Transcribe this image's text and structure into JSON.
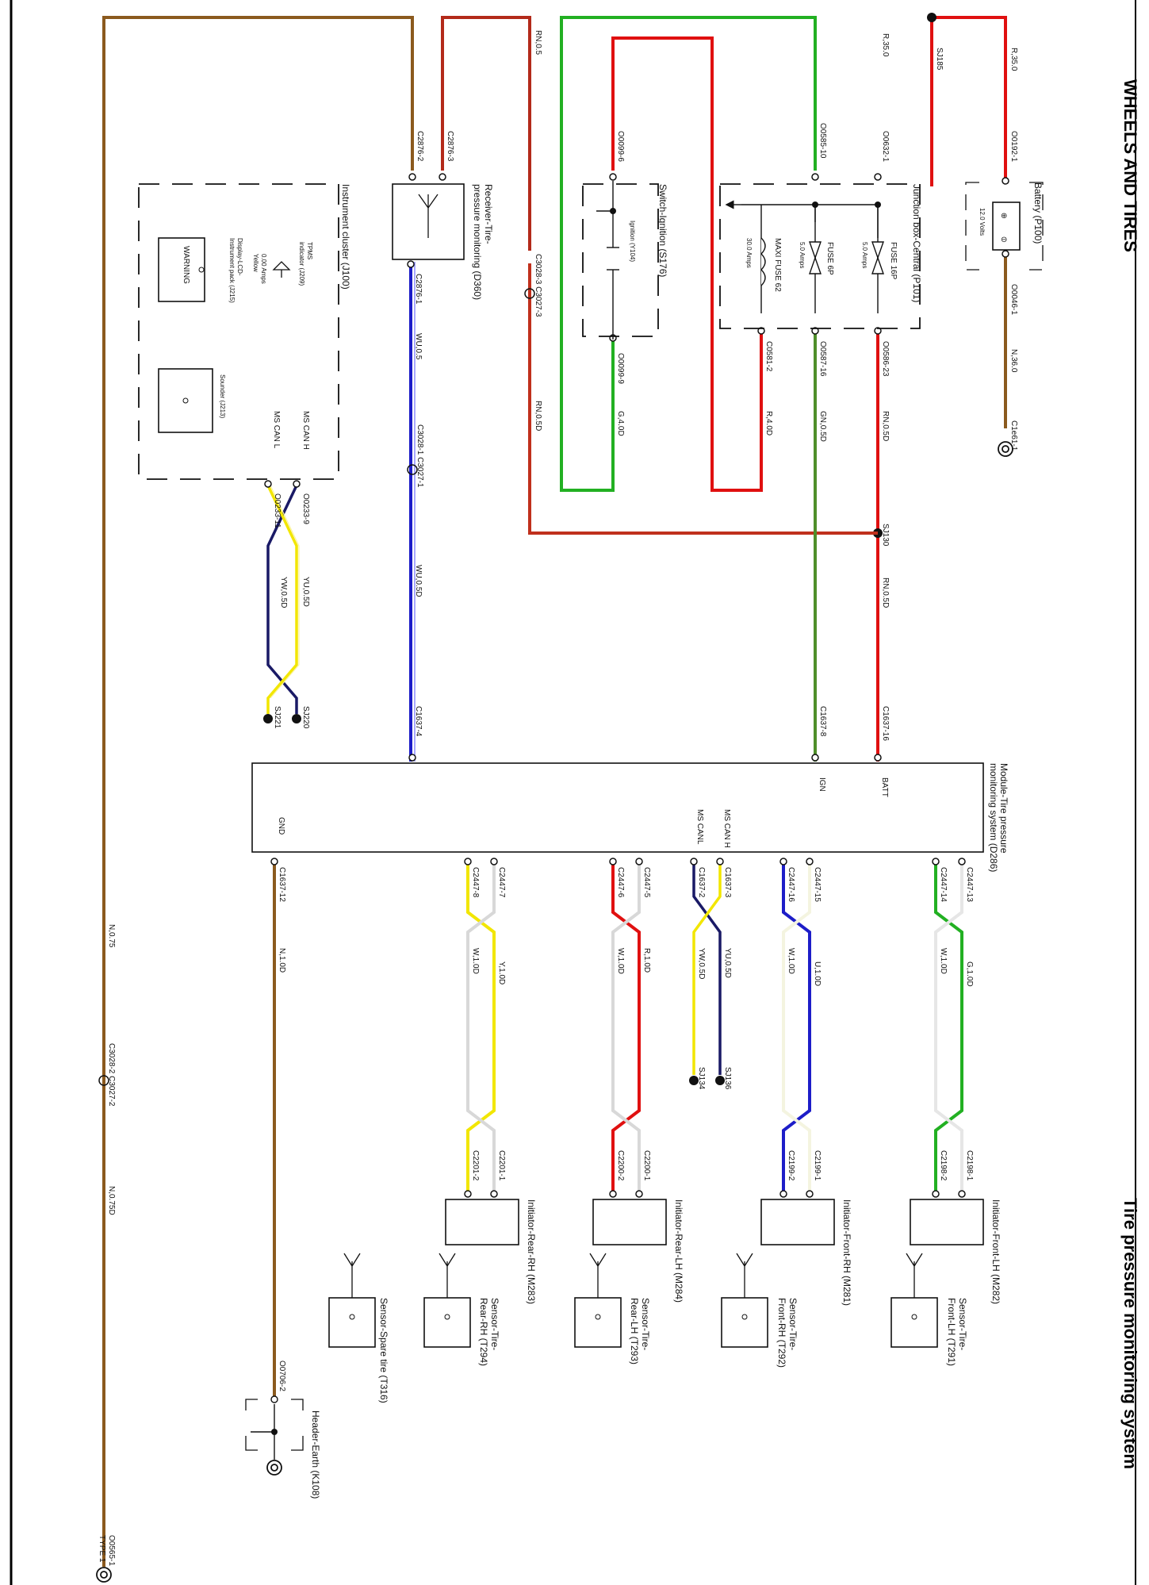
{
  "header": {
    "section": "WHEELS AND TIRES",
    "title": "Tire pressure monitoring system"
  },
  "components": {
    "battery": "Battery (P100)",
    "battery_voltage": "12.0 Volts",
    "junction_box": "Junction box-Central (P101)",
    "fuse_16p": "FUSE 16P",
    "fuse_16p_amps": "5.0 Amps",
    "fuse_6p": "FUSE 6P",
    "fuse_6p_amps": "5.0 Amps",
    "maxi_fuse": "MAXI FUSE 62",
    "maxi_fuse_amps": "30.0 Amps",
    "ignition_switch": "Switch-Ignition (S176)",
    "ignition_contact": "Ignition (Y104)",
    "receiver": "Receiver-Tire-",
    "receiver_2": "pressure monitoring (D360)",
    "instrument_cluster": "Instrument cluster (J100)",
    "tpms_indicator": "TPMS",
    "tpms_indicator_2": "indicator (J209)",
    "tpms_amps": "0.00 Amps",
    "tpms_color": "Yellow",
    "display": "Display-LCD-",
    "display_2": "Instrument pack (J215)",
    "warning": "WARNING",
    "sounder": "Sounder (J213)",
    "ms_can_h": "MS CAN H",
    "ms_can_l": "MS CAN L",
    "module": "Module-Tire pressure",
    "module_2": "monitoring system (D286)",
    "pin_batt": "BATT",
    "pin_ign": "IGN",
    "pin_can_h": "MS CAN H",
    "pin_can_l": "MS CANL",
    "pin_gnd": "GND",
    "initiator_fl": "Initiator-Front-LH (M282)",
    "initiator_fr": "Initiator-Front-RH (M281)",
    "initiator_rl": "Initiator-Rear-LH (M284)",
    "initiator_rr": "Initiator-Rear-RH (M283)",
    "sensor_fl": "Sensor-Tire-",
    "sensor_fl_2": "Front-LH (T291)",
    "sensor_fr": "Sensor-Tire-",
    "sensor_fr_2": "Front-RH (T292)",
    "sensor_rl": "Sensor-Tire-",
    "sensor_rl_2": "Rear-LH (T293)",
    "sensor_rr": "Sensor-Tire-",
    "sensor_rr_2": "Rear-RH (T294)",
    "sensor_spare": "Sensor-Spare tire (T316)",
    "header_earth": "Header-Earth (K108)"
  },
  "connectors": {
    "o0192_1": "O0192-1",
    "o0046_1": "O0046-1",
    "c1e61_1": "C1e61-1",
    "o0632_1": "O0632-1",
    "o0586_23": "O0586-23",
    "o0585_10": "O0585-10",
    "o0587_16": "O0587-16",
    "c0581_2": "C0581-2",
    "o0099_6": "O0099-6",
    "o0099_9": "O0099-9",
    "c2876_2": "C2876-2",
    "c2876_3": "C2876-3",
    "c2876_1": "C2876-1",
    "c3028_3": "C3028-3 C3027-3",
    "c3028_1": "C3028-1 C3027-1",
    "o0233_9": "O0233-9",
    "o0233_11": "O0233-11",
    "c1637_16": "C1637-16",
    "c1637_8": "C1637-8",
    "c1637_4": "C1637-4",
    "c1637_12": "C1637-12",
    "c1637_3": "C1637-3",
    "c1637_2": "C1637-2",
    "c2447_13": "C2447-13",
    "c2447_14": "C2447-14",
    "c2447_15": "C2447-15",
    "c2447_16": "C2447-16",
    "c2447_5": "C2447-5",
    "c2447_6": "C2447-6",
    "c2447_7": "C2447-7",
    "c2447_8": "C2447-8",
    "c2198_1": "C2198-1",
    "c2198_2": "C2198-2",
    "c2199_1": "C2199-1",
    "c2199_2": "C2199-2",
    "c2200_1": "C2200-1",
    "c2200_2": "C2200-2",
    "c2201_1": "C2201-1",
    "c2201_2": "C2201-2",
    "c3028_2": "C3028-2 C3027-2",
    "o0706_2": "O0706-2",
    "o0565_1": "O0565-1",
    "type_1": "TYPE 1"
  },
  "splices": {
    "sj185": "SJ185",
    "sj130": "SJ130",
    "sj220": "SJ220",
    "sj221": "SJ221",
    "sj134": "SJ134",
    "sj136": "SJ136"
  },
  "wires": {
    "r35_a": "R,35.0",
    "r35_b": "R,35.0",
    "n36": "N,36.0",
    "rn05": "RN,0.5",
    "rn05d_a": "RN,0.5D",
    "rn05d_b": "RN,0.5D",
    "rn05d_c": "RN,0.5D",
    "gn05d": "GN,0.5D",
    "r40d": "R,4.0D",
    "g40d": "G,4.0D",
    "wu05": "WU,0.5",
    "wu05d": "WU,0.5D",
    "yu05d_a": "YU,0.5D",
    "yw05d_a": "YW,0.5D",
    "g10d": "G,1.0D",
    "w10d_a": "W,1.0D",
    "u10d": "U,1.0D",
    "w10d_b": "W,1.0D",
    "yu05d_b": "YU,0.5D",
    "yw05d_b": "YW,0.5D",
    "r10d": "R,1.0D",
    "w10d_c": "W,1.0D",
    "y10d": "Y,1.0D",
    "w10d_d": "W,1.0D",
    "n10d": "N,1.0D",
    "n075": "N,0.75",
    "n075d": "N,0.75D"
  },
  "colors": {
    "red": "#e01010",
    "dark_red": "#b32a1a",
    "green": "#22b022",
    "olive_green": "#4f8f2a",
    "brown": "#8b5a1e",
    "blue": "#1d1dc8",
    "yellow": "#f2e600",
    "navy": "#1a1a66",
    "white_wire": "#d8d8d8",
    "lightyellow": "#fbf4a0"
  }
}
